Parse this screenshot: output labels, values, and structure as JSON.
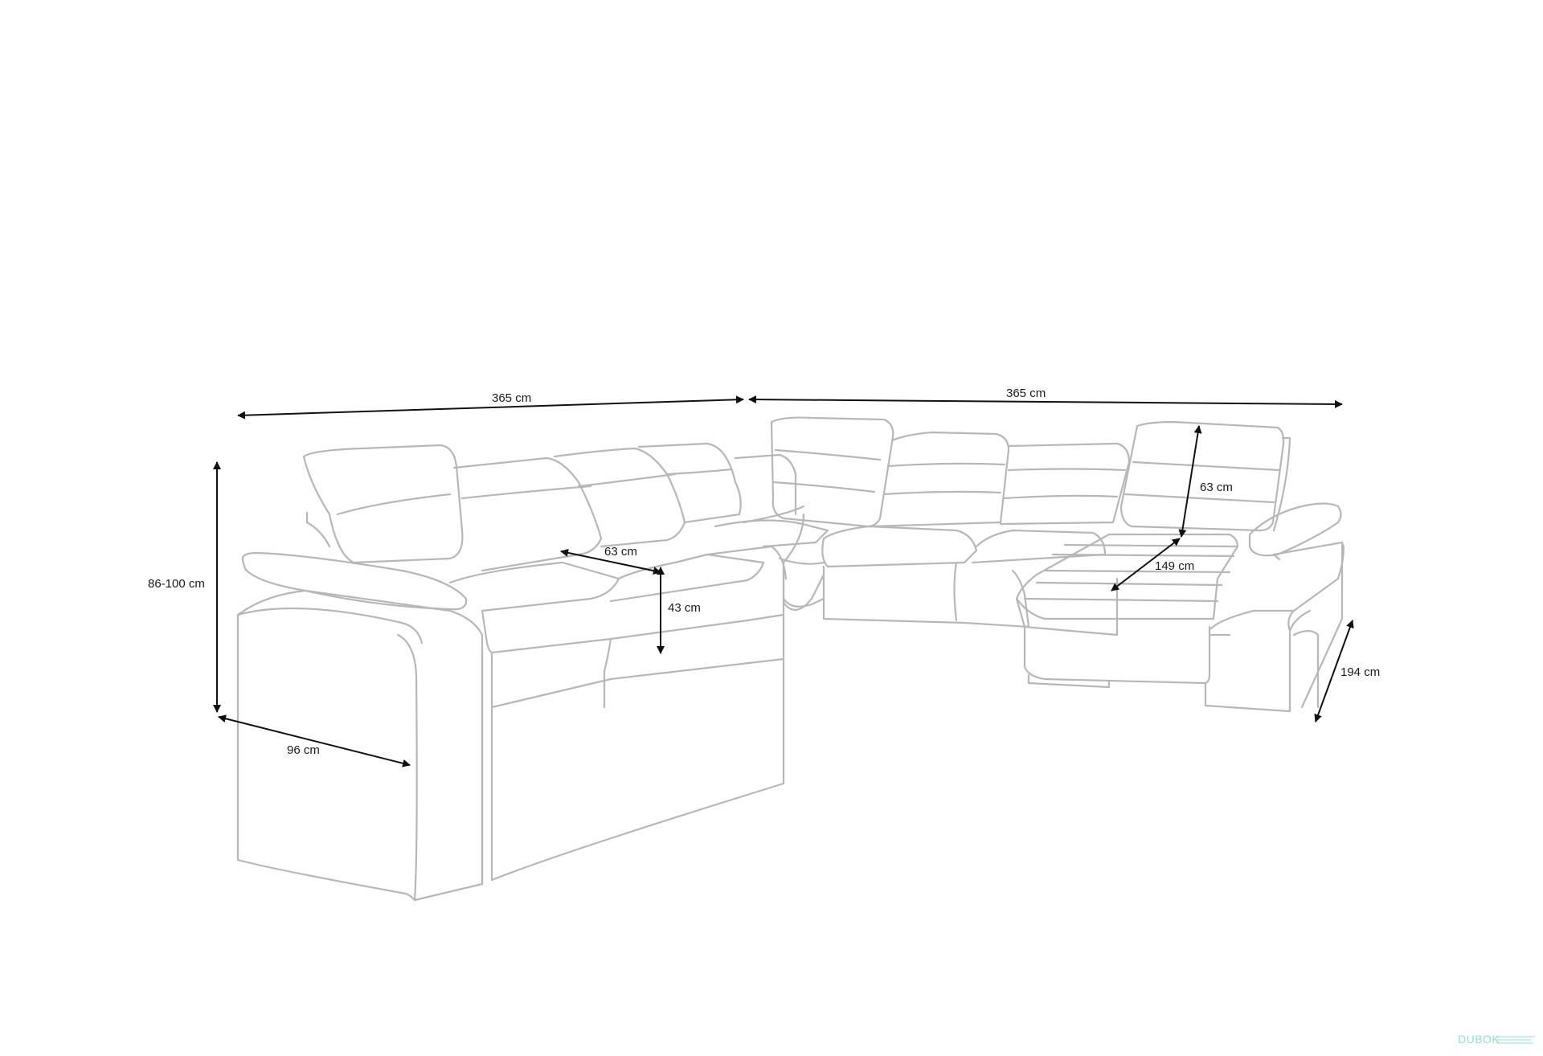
{
  "dimensions": {
    "left_width": "365 cm",
    "right_width": "365 cm",
    "height": "86-100 cm",
    "left_depth": "96 cm",
    "right_depth": "194 cm",
    "seat_depth": "63 cm",
    "seat_height": "43 cm",
    "backrest_height": "63 cm",
    "chaise_width": "149 cm"
  },
  "brand": {
    "name": "DUBOK"
  },
  "colors": {
    "outline": "#b7b7b7",
    "dimension_line": "#111111",
    "brand": "#8fe3c6"
  }
}
